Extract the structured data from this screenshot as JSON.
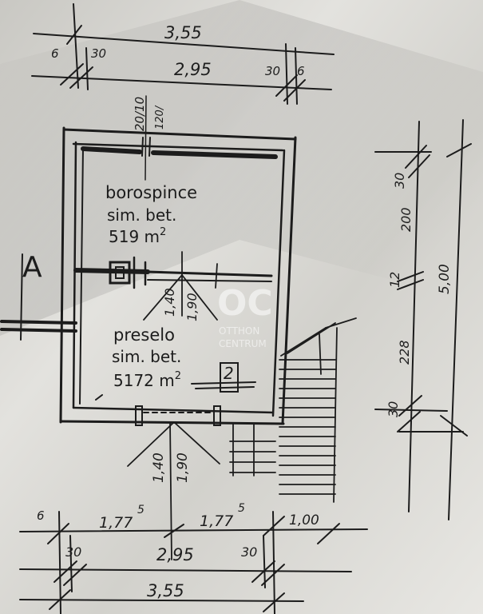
{
  "rooms": {
    "upper": {
      "name": "borospince",
      "material": "sim. bet.",
      "area": "519 m",
      "sup": "2"
    },
    "lower": {
      "name": "preselo",
      "material": "sim. bet.",
      "area": "5172 m",
      "sup": "2"
    }
  },
  "section_label": "A",
  "top_dims": {
    "overall": "3,55",
    "inner": "2,95",
    "left_thin": "6",
    "left_wall": "30",
    "right_wall": "30",
    "right_thin": "6"
  },
  "door_top": {
    "w": "20/10",
    "h": "120/"
  },
  "door_mid": {
    "a": "1,40",
    "b": "1,90"
  },
  "door_bottom": {
    "a": "1,40",
    "b": "1,90"
  },
  "right_dims": {
    "d1": "30",
    "d2": "200",
    "d3": "12",
    "d4": "228",
    "d5": "30",
    "overall": "5,00"
  },
  "bottom_dims": {
    "left_thin": "6",
    "seg1": "1,77",
    "seg1_sup": "5",
    "seg2": "1,77",
    "seg2_sup": "5",
    "right_seg": "1,00",
    "left_wall": "30",
    "inner": "2,95",
    "right_wall": "30",
    "overall": "3,55"
  },
  "small_box": "2",
  "watermark": {
    "mark": "OC",
    "line1": "OTTHON",
    "line2": "CENTRUM"
  },
  "colors": {
    "paper": "#d9d8d4",
    "ink": "#1c1c1c"
  }
}
